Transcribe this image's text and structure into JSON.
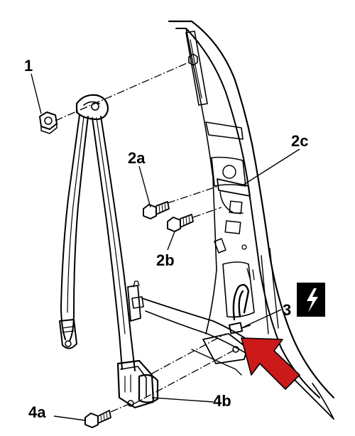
{
  "callouts": {
    "c1": "1",
    "c2a": "2a",
    "c2b": "2b",
    "c2c": "2c",
    "c3": "3",
    "c4a": "4a",
    "c4b": "4b"
  },
  "warning_icon": "lightning-bolt-icon",
  "colors": {
    "line": "#000000",
    "arrow": "#cc1a1a",
    "warning_box": "#000000"
  }
}
